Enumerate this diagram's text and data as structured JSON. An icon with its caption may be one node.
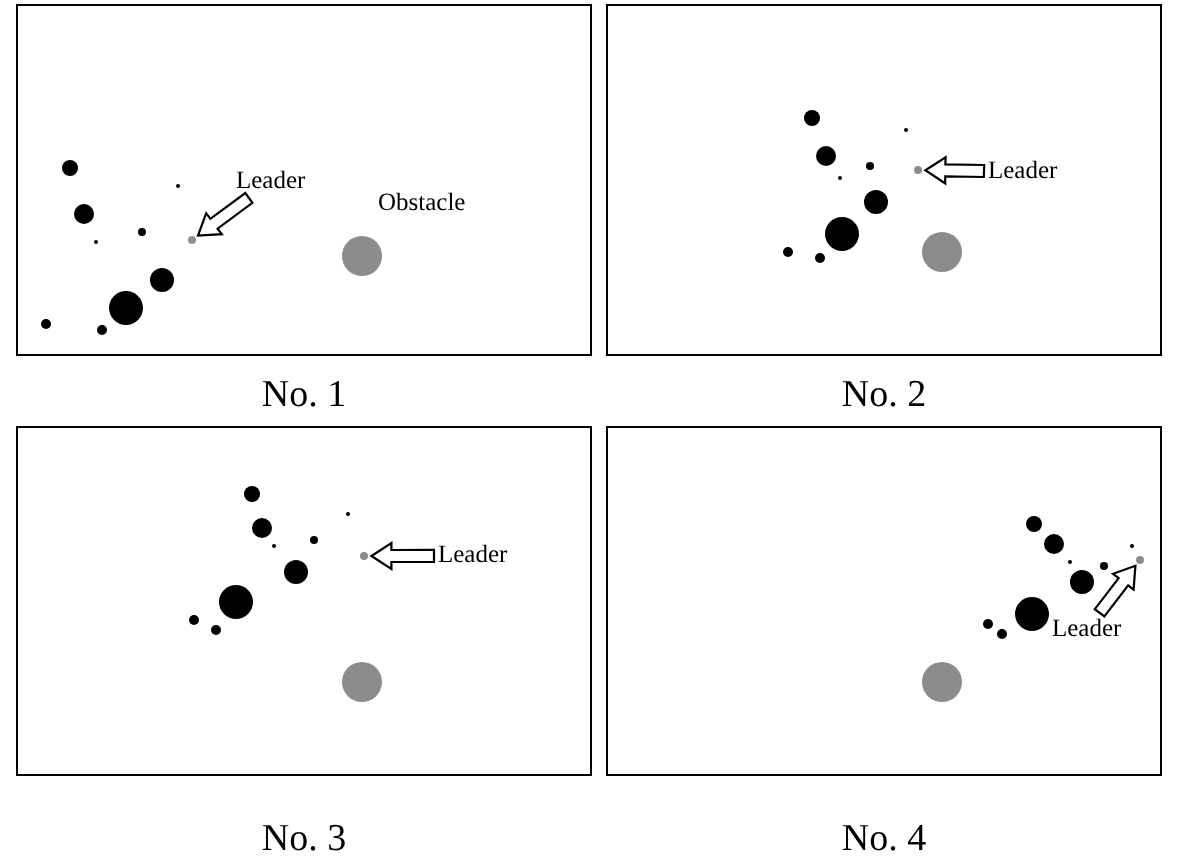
{
  "diagram": {
    "nodes": [
      {
        "text": [],
        "shape": "box",
        "beside": [
          "No. 1"
        ]
      },
      {
        "text": [
          "Leader"
        ],
        "in": 0
      },
      {
        "text": [],
        "shape": "circle",
        "in": 0
      },
      {
        "text": [],
        "shape": "box",
        "beside": [
          "No. 2"
        ]
      },
      {
        "text": [
          "Leader"
        ],
        "in": 3
      },
      {
        "text": [],
        "shape": "circle",
        "in": 3
      },
      {
        "text": [],
        "shape": "box",
        "beside": [
          "No. 3"
        ]
      },
      {
        "text": [
          "Leader"
        ],
        "in": 6
      },
      {
        "text": [],
        "shape": "circle",
        "in": 6
      },
      {
        "text": [],
        "shape": "box",
        "beside": [
          "No. 4"
        ]
      },
      {
        "text": [
          "Leader"
        ],
        "in": 9
      },
      {
        "text": [],
        "shape": "circle",
        "in": 9
      }
    ],
    "edges": [
      {
        "from": 1,
        "to": 2,
        "arrow": "to"
      },
      {
        "from": 4,
        "to": 5,
        "arrow": "to"
      },
      {
        "from": 7,
        "to": 8,
        "arrow": "to"
      },
      {
        "from": 10,
        "to": 11,
        "arrow": "to"
      }
    ],
    "labels": [
      "Obstacle"
    ]
  }
}
